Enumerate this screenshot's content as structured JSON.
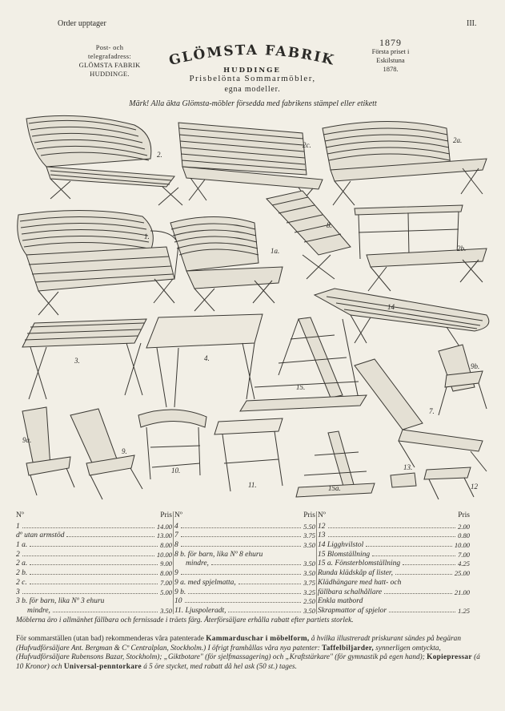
{
  "header": {
    "left_top": "Order upptager",
    "page_number": "III.",
    "address_lines": [
      "Post- och",
      "telegrafadress:",
      "GLÖMSTA FABRIK",
      "HUDDINGE."
    ],
    "brand": "GLÖMSTA FABRIK",
    "location": "HUDDINGE",
    "year": "1879",
    "award_lines": [
      "Första priset i",
      "Eskilstuna",
      "1878."
    ],
    "subtitle": "Prisbelönta Sommarmöbler,",
    "subtitle2": "egna modeller.",
    "notice": "Märk! Alla äkta Glömsta-möbler försedda med fabrikens stämpel eller etikett"
  },
  "illustration_labels": [
    "2.",
    "2c.",
    "2a.",
    "1.",
    "1a.",
    "8.",
    "2b.",
    "3.",
    "4.",
    "14",
    "15.",
    "9b.",
    "9a.",
    "9.",
    "10.",
    "11.",
    "15a.",
    "13.",
    "12",
    "7."
  ],
  "price_table": {
    "header_no": "Nº",
    "header_price": "Pris",
    "columns": [
      [
        {
          "item": "1",
          "price": "14.00"
        },
        {
          "item": "dº utan armstöd",
          "price": "13.00"
        },
        {
          "item": "1 a.",
          "price": "8.00"
        },
        {
          "item": "2",
          "price": "10.00"
        },
        {
          "item": "2 a.",
          "price": "9.00"
        },
        {
          "item": "2 b.",
          "price": "8.00"
        },
        {
          "item": "2 c.",
          "price": "7.00"
        },
        {
          "item": "3",
          "price": "5.00"
        },
        {
          "item": "3 b. för barn, lika Nº 3 ehuru",
          "price": ""
        },
        {
          "item": "mindre,",
          "price": "3.50"
        }
      ],
      [
        {
          "item": "4",
          "price": "5.50"
        },
        {
          "item": "7",
          "price": "3.75"
        },
        {
          "item": "8",
          "price": "3.50"
        },
        {
          "item": "8 b. för barn, lika Nº 8 ehuru",
          "price": ""
        },
        {
          "item": "mindre,",
          "price": "3.50"
        },
        {
          "item": "9",
          "price": "3.50"
        },
        {
          "item": "9 a. med spjelmatta,",
          "price": "3.75"
        },
        {
          "item": "9 b.",
          "price": "3.25"
        },
        {
          "item": "10",
          "price": "2.50"
        },
        {
          "item": "11. Ljuspoleradt,",
          "price": "3.50"
        }
      ],
      [
        {
          "item": "12",
          "price": "2.00"
        },
        {
          "item": "13",
          "price": "0.80"
        },
        {
          "item": "14 Ligghvilstol",
          "price": "10.00"
        },
        {
          "item": "15 Blomställning",
          "price": "7.00"
        },
        {
          "item": "15 a. Fönsterblomställning",
          "price": "4.25"
        },
        {
          "item": "Runda klädskåp af lister,",
          "price": "25.00"
        },
        {
          "item": "Klädhängare med hatt- och",
          "price": ""
        },
        {
          "item": "fällbara schalhållare",
          "price": "21.00"
        },
        {
          "item": "Enkla matbord",
          "price": ""
        },
        {
          "item": "Skrapmattor af spjelor",
          "price": "1.25"
        }
      ]
    ]
  },
  "footer": {
    "line1": "Möblerna äro i allmänhet fällbara och fernissade i träets färg. Återförsäljare erhålla rabatt efter partiets storlek.",
    "para_start": "För sommarställen (utan bad) rekommenderas våra patenterade",
    "bold1": "Kammarduschar i möbelform,",
    "para_mid1": "å hvilka illustreradt priskurant sändes på begäran (Hufvudförsäljare Ant. Bergman & Cº Centralplan, Stockholm.) I öfrigt framhållas våra nya patenter:",
    "bold2": "Taffelbiljarder,",
    "para_mid2": "synnerligen omtyckta, (Hufvudförsäljare Rubensons Bazar, Stockholm); „Gikt­botare\" (för sjelfmassagering) och „Kraftstärkare\" (för gymnastik på egen hand);",
    "bold3": "Kopiepressar",
    "para_mid3": "(á 10 Kronor) och",
    "bold4": "Universal-penntorkare",
    "para_end": "á 5 öre stycket, med rabatt då hel ask (50 st.) tages."
  }
}
